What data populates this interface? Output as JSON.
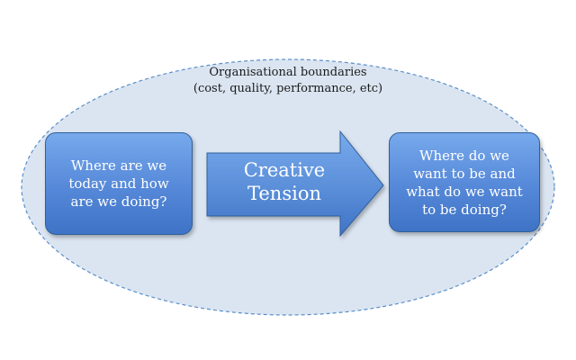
{
  "boundary": {
    "title": "Organisational boundaries",
    "subtitle": "(cost, quality, performance, etc)"
  },
  "current_state": {
    "text": "Where are we\ntoday and how\nare we doing?"
  },
  "arrow": {
    "text": "Creative\nTension"
  },
  "future_state": {
    "text": "Where do we\nwant to be and\nwhat do we want\nto be doing?"
  },
  "colors": {
    "ellipse_fill": "#dbe5f1",
    "ellipse_border": "#5b8fc9",
    "box_fill": "#5588d8",
    "arrow_fill": "#5a8ed8",
    "text": "#ffffff"
  }
}
